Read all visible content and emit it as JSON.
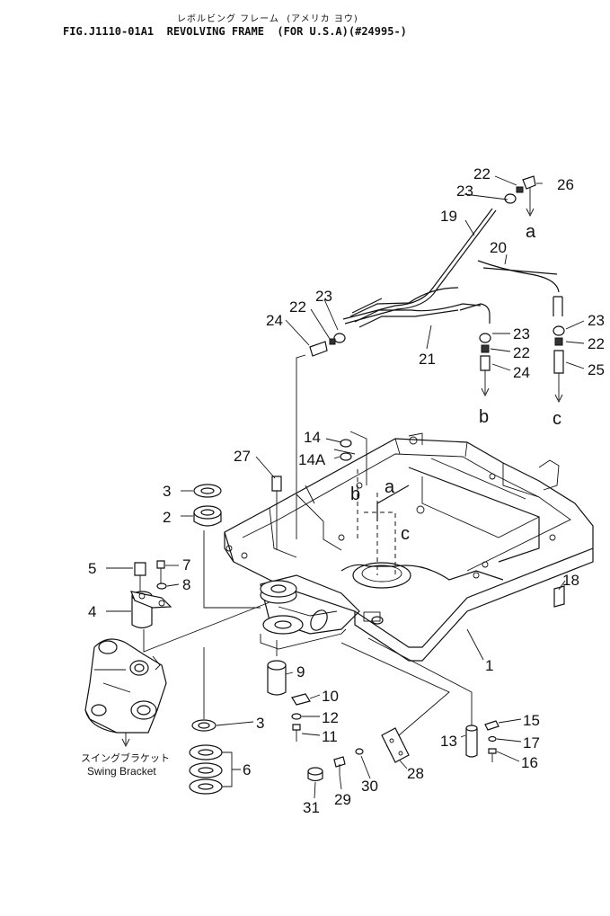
{
  "header": {
    "title_jp": "レボルビング フレーム  (アメリカ ヨウ)",
    "title_en": "FIG.J1110-01A1  REVOLVING FRAME  (FOR U.S.A)(#24995-)"
  },
  "callouts": {
    "p1": "1",
    "p2": "2",
    "p3a": "3",
    "p3b": "3",
    "p4": "4",
    "p5": "5",
    "p6": "6",
    "p7": "7",
    "p8": "8",
    "p9": "9",
    "p10": "10",
    "p11": "11",
    "p12": "12",
    "p13": "13",
    "p14": "14",
    "p14a": "14A",
    "p15": "15",
    "p16": "16",
    "p17": "17",
    "p18": "18",
    "p19": "19",
    "p20": "20",
    "p21": "21",
    "p22a": "22",
    "p22b": "22",
    "p22c": "22",
    "p22d": "22",
    "p23a": "23",
    "p23b": "23",
    "p23c": "23",
    "p23d": "23",
    "p24a": "24",
    "p24b": "24",
    "p25": "25",
    "p26": "26",
    "p27": "27",
    "p28": "28",
    "p29": "29",
    "p30": "30",
    "p31": "31"
  },
  "references": {
    "a_top": "a",
    "b_top": "b",
    "c_top": "c",
    "a_frame": "a",
    "b_frame": "b",
    "c_frame": "c"
  },
  "swing_bracket": {
    "label_jp": "スイングブラケット",
    "label_en": "Swing Bracket"
  }
}
